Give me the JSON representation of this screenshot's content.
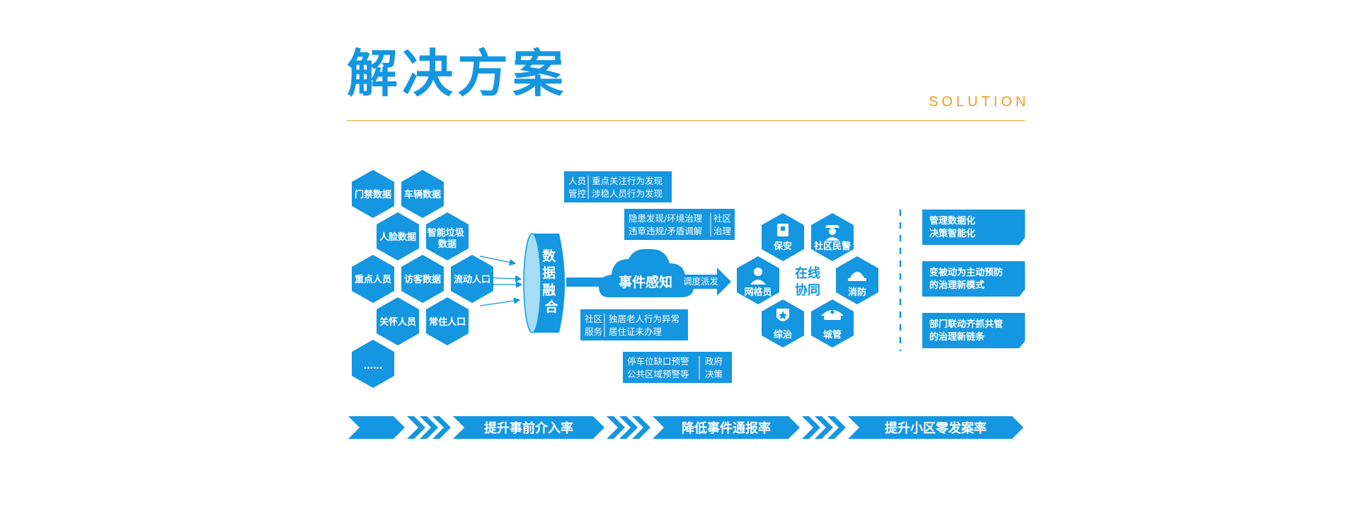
{
  "header": {
    "title": "解决方案",
    "subtitle": "SOLUTION"
  },
  "data_sources": {
    "items": [
      "门禁数据",
      "车辆数据",
      "人脸数据",
      "智能垃圾数据",
      "重点人员",
      "访客数据",
      "流动人口",
      "关怀人员",
      "常住人口",
      "……"
    ]
  },
  "fusion": {
    "label": "数据融合"
  },
  "event": {
    "label": "事件感知",
    "dispatch_label": "调度派发"
  },
  "scenarios": [
    {
      "tag": "人员管控",
      "lines": [
        "重点关注行为发现",
        "涉稳人员行为发现"
      ]
    },
    {
      "tag": "社区治理",
      "lines": [
        "隐患发现/环境治理",
        "违章违规/矛盾调解"
      ]
    },
    {
      "tag": "社区服务",
      "lines": [
        "独居老人行为异常",
        "居住证未办理"
      ]
    },
    {
      "tag": "政府决策",
      "lines": [
        "停车位缺口预警",
        "公共区域预警等"
      ]
    }
  ],
  "collaboration": {
    "center": "在线协同",
    "roles": [
      {
        "label": "保安",
        "icon": "security-guard-icon"
      },
      {
        "label": "社区民警",
        "icon": "police-officer-icon"
      },
      {
        "label": "网格员",
        "icon": "grid-worker-icon"
      },
      {
        "label": "消防",
        "icon": "firefighter-icon"
      },
      {
        "label": "综治",
        "icon": "badge-shield-icon"
      },
      {
        "label": "城管",
        "icon": "urban-management-cap-icon"
      }
    ]
  },
  "outcomes": [
    {
      "lines": [
        "管理数据化",
        "决策智能化"
      ]
    },
    {
      "lines": [
        "变被动为主动预防",
        "的治理新模式"
      ]
    },
    {
      "lines": [
        "部门联动齐抓共管",
        "的治理新链条"
      ]
    }
  ],
  "results": [
    "提升事前介入率",
    "降低事件通报率",
    "提升小区零发案率"
  ],
  "colors": {
    "primary": "#1596e0",
    "accent": "#f5a623",
    "light_blue": "#a7dcf7"
  }
}
